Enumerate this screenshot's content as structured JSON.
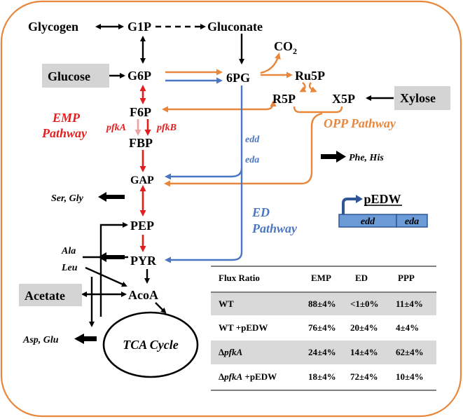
{
  "nodes": {
    "glycogen": "Glycogen",
    "g1p": "G1P",
    "gluconate": "Gluconate",
    "co2_base": "CO",
    "co2_sub": "2",
    "glucose": "Glucose",
    "g6p": "G6P",
    "sixpg": "6PG",
    "ru5p": "Ru5P",
    "r5p": "R5P",
    "x5p": "X5P",
    "xylose": "Xylose",
    "f6p": "F6P",
    "fbp": "FBP",
    "gap": "GAP",
    "pep": "PEP",
    "pyr": "PYR",
    "acoa": "AcoA",
    "acetate": "Acetate",
    "tca": "TCA Cycle"
  },
  "labels": {
    "emp_line1": "EMP",
    "emp_line2": "Pathway",
    "pfka": "pfkA",
    "pfkb": "pfkB",
    "edd": "edd",
    "eda": "eda",
    "opp": "OPP Pathway",
    "ed_line1": "ED",
    "ed_line2": "Pathway",
    "phe_his": "Phe, His",
    "ser_gly": "Ser, Gly",
    "ala": "Ala",
    "leu": "Leu",
    "asp_glu": "Asp, Glu"
  },
  "plasmid": {
    "name": "pEDW",
    "gene1": "edd",
    "gene2": "eda"
  },
  "flux_table": {
    "headers": [
      "Flux Ratio",
      "EMP",
      "ED",
      "PPP"
    ],
    "rows": [
      {
        "strain_prefix": "",
        "strain_gene": "WT",
        "strain_suffix": "",
        "emp": "88±4%",
        "ed": "<1±0%",
        "ppp": "11±4%"
      },
      {
        "strain_prefix": "",
        "strain_gene": "WT",
        "strain_suffix": " +pEDW",
        "emp": "76±4%",
        "ed": "20±4%",
        "ppp": "4±4%"
      },
      {
        "strain_prefix": "Δ",
        "strain_gene": "pfkA",
        "strain_suffix": "",
        "emp": "24±4%",
        "ed": "14±4%",
        "ppp": "62±4%"
      },
      {
        "strain_prefix": "Δ",
        "strain_gene": "pfkA",
        "strain_suffix": " +pEDW",
        "emp": "18±4%",
        "ed": "72±4%",
        "ppp": "10±4%"
      }
    ]
  },
  "colors": {
    "emp": "#e41e1e",
    "opp": "#e8873b",
    "ed": "#4a76c2",
    "frame": "#e8873b",
    "substrate_box": "#d4d4d4"
  }
}
